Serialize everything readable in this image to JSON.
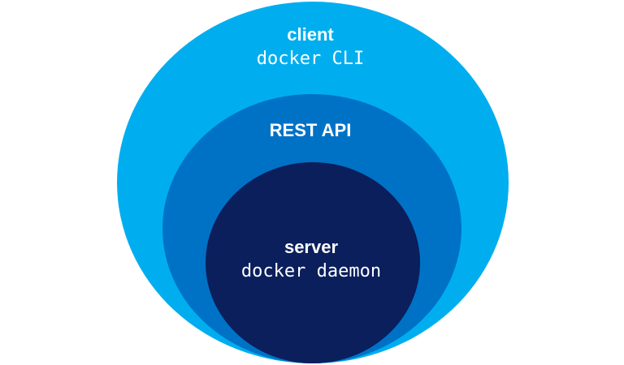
{
  "diagram": {
    "outer": {
      "title": "client",
      "subtitle": "docker CLI",
      "color": "#00aeef"
    },
    "middle": {
      "title": "REST API",
      "color": "#0072c6"
    },
    "inner": {
      "title": "server",
      "subtitle": "docker daemon",
      "color": "#0a1f5c"
    }
  }
}
